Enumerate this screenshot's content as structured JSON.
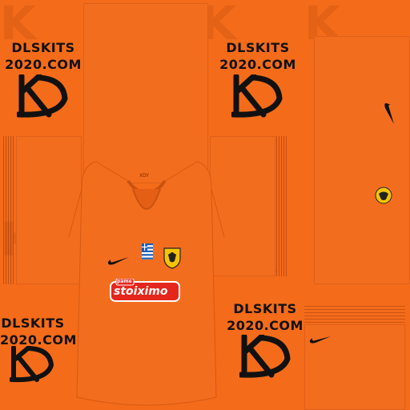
{
  "watermarks": [
    {
      "line1": "DLSKITS",
      "line2": "2020.COM"
    },
    {
      "line1": "DLSKITS",
      "line2": "2020.COM"
    },
    {
      "line1": "DLSKITS",
      "line2": "2020.COM"
    },
    {
      "line1": "DLSKITS",
      "line2": "2020.COM"
    }
  ],
  "sponsor": {
    "small_text": "pame",
    "main_text": "stoiximo"
  },
  "collar_label": "XDY",
  "colors": {
    "kit": "#f46b1a",
    "shadow": "#c9520f",
    "ink": "#111111",
    "sponsor_red": "#e5261d"
  }
}
